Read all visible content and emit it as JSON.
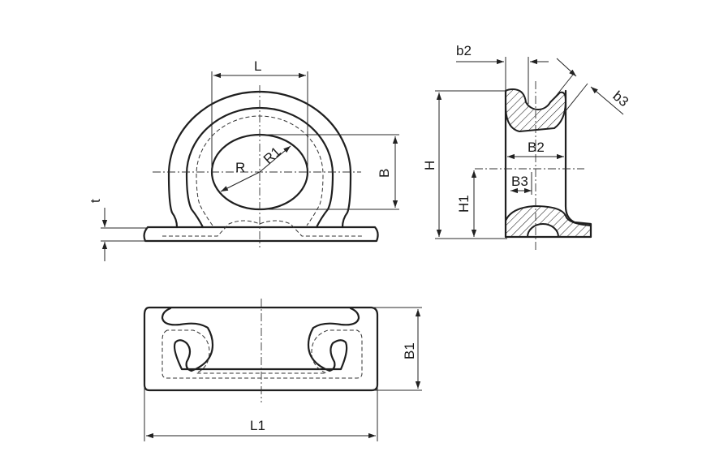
{
  "labels": {
    "L": "L",
    "R": "R",
    "R1": "R1",
    "B": "B",
    "t": "t",
    "b2": "b2",
    "b3": "b3",
    "H": "H",
    "H1": "H1",
    "B2": "B2",
    "B3": "B3",
    "B1": "B1",
    "L1": "L1"
  }
}
